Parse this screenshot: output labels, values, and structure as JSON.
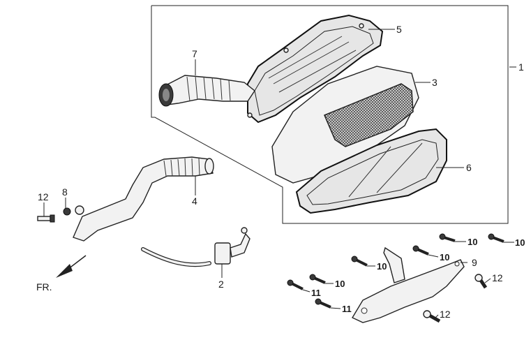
{
  "callouts": {
    "c1": "1",
    "c2": "2",
    "c3": "3",
    "c4": "4",
    "c5": "5",
    "c6": "6",
    "c7": "7",
    "c8": "8",
    "c9": "9",
    "c10a": "10",
    "c10b": "10",
    "c10c": "10",
    "c10d": "10",
    "c10e": "10",
    "c11a": "11",
    "c11b": "11",
    "c12a": "12",
    "c12b": "12",
    "c12c": "12"
  },
  "direction": {
    "label": "FR."
  }
}
